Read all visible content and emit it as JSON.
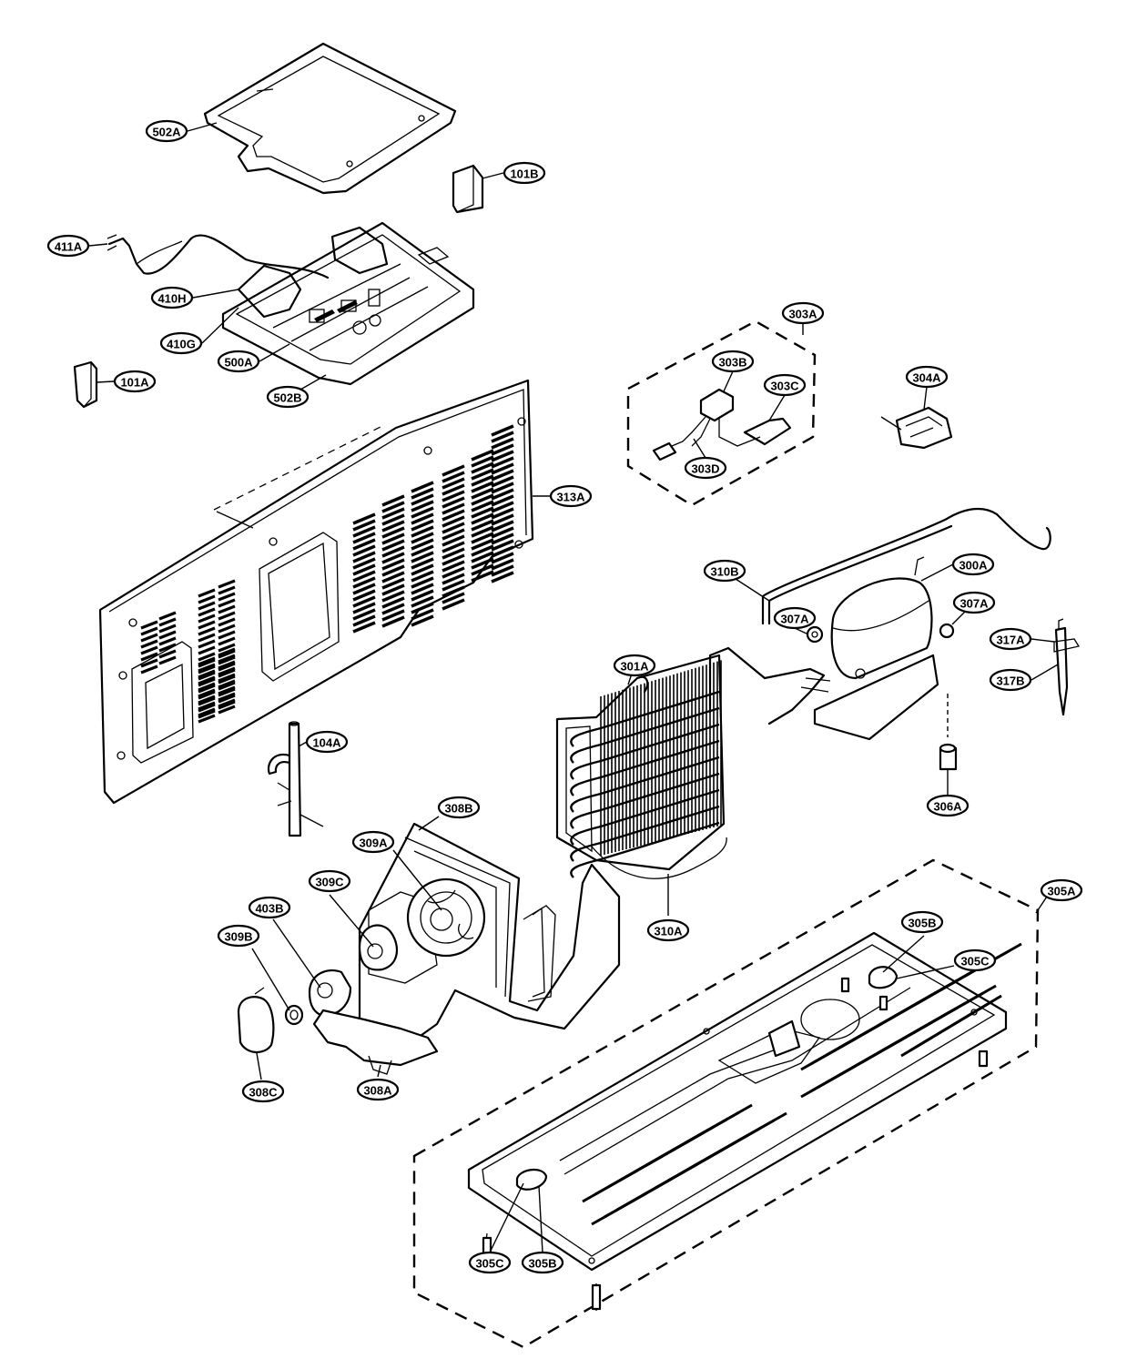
{
  "labels": {
    "502A": "502A",
    "101B": "101B",
    "411A": "411A",
    "410H": "410H",
    "410G": "410G",
    "500A": "500A",
    "101A": "101A",
    "502B": "502B",
    "303A": "303A",
    "303B": "303B",
    "303C": "303C",
    "303D": "303D",
    "304A": "304A",
    "313A": "313A",
    "310B": "310B",
    "300A": "300A",
    "307A_left": "307A",
    "307A_right": "307A",
    "317A": "317A",
    "317B": "317B",
    "301A": "301A",
    "104A": "104A",
    "306A": "306A",
    "308B": "308B",
    "309A": "309A",
    "309C": "309C",
    "403B": "403B",
    "309B": "309B",
    "310A": "310A",
    "305A": "305A",
    "305B_top": "305B",
    "305C_top": "305C",
    "308C": "308C",
    "308A": "308A",
    "305C_bottom": "305C",
    "305B_bottom": "305B"
  }
}
